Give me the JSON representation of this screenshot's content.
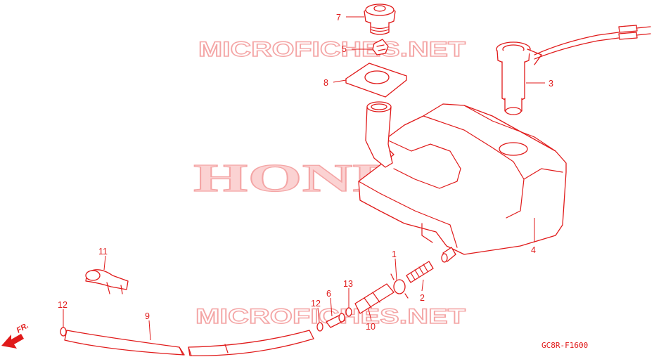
{
  "watermarks": {
    "top": "MICROFICHES.NET",
    "center": "HONDA",
    "bottom": "MICROFICHES.NET"
  },
  "diagram_code": "GC8R-F1600",
  "direction_label": "FR.",
  "callouts": [
    {
      "id": "c7",
      "label": "7"
    },
    {
      "id": "c5",
      "label": "5"
    },
    {
      "id": "c8",
      "label": "8"
    },
    {
      "id": "c3",
      "label": "3"
    },
    {
      "id": "c4",
      "label": "4"
    },
    {
      "id": "c1",
      "label": "1"
    },
    {
      "id": "c2",
      "label": "2"
    },
    {
      "id": "c11",
      "label": "11"
    },
    {
      "id": "c12a",
      "label": "12"
    },
    {
      "id": "c9",
      "label": "9"
    },
    {
      "id": "c6",
      "label": "6"
    },
    {
      "id": "c13",
      "label": "13"
    },
    {
      "id": "c12b",
      "label": "12"
    },
    {
      "id": "c10",
      "label": "10"
    }
  ],
  "colors": {
    "line": "#e01a1a",
    "watermark": "#f4a5a5"
  }
}
